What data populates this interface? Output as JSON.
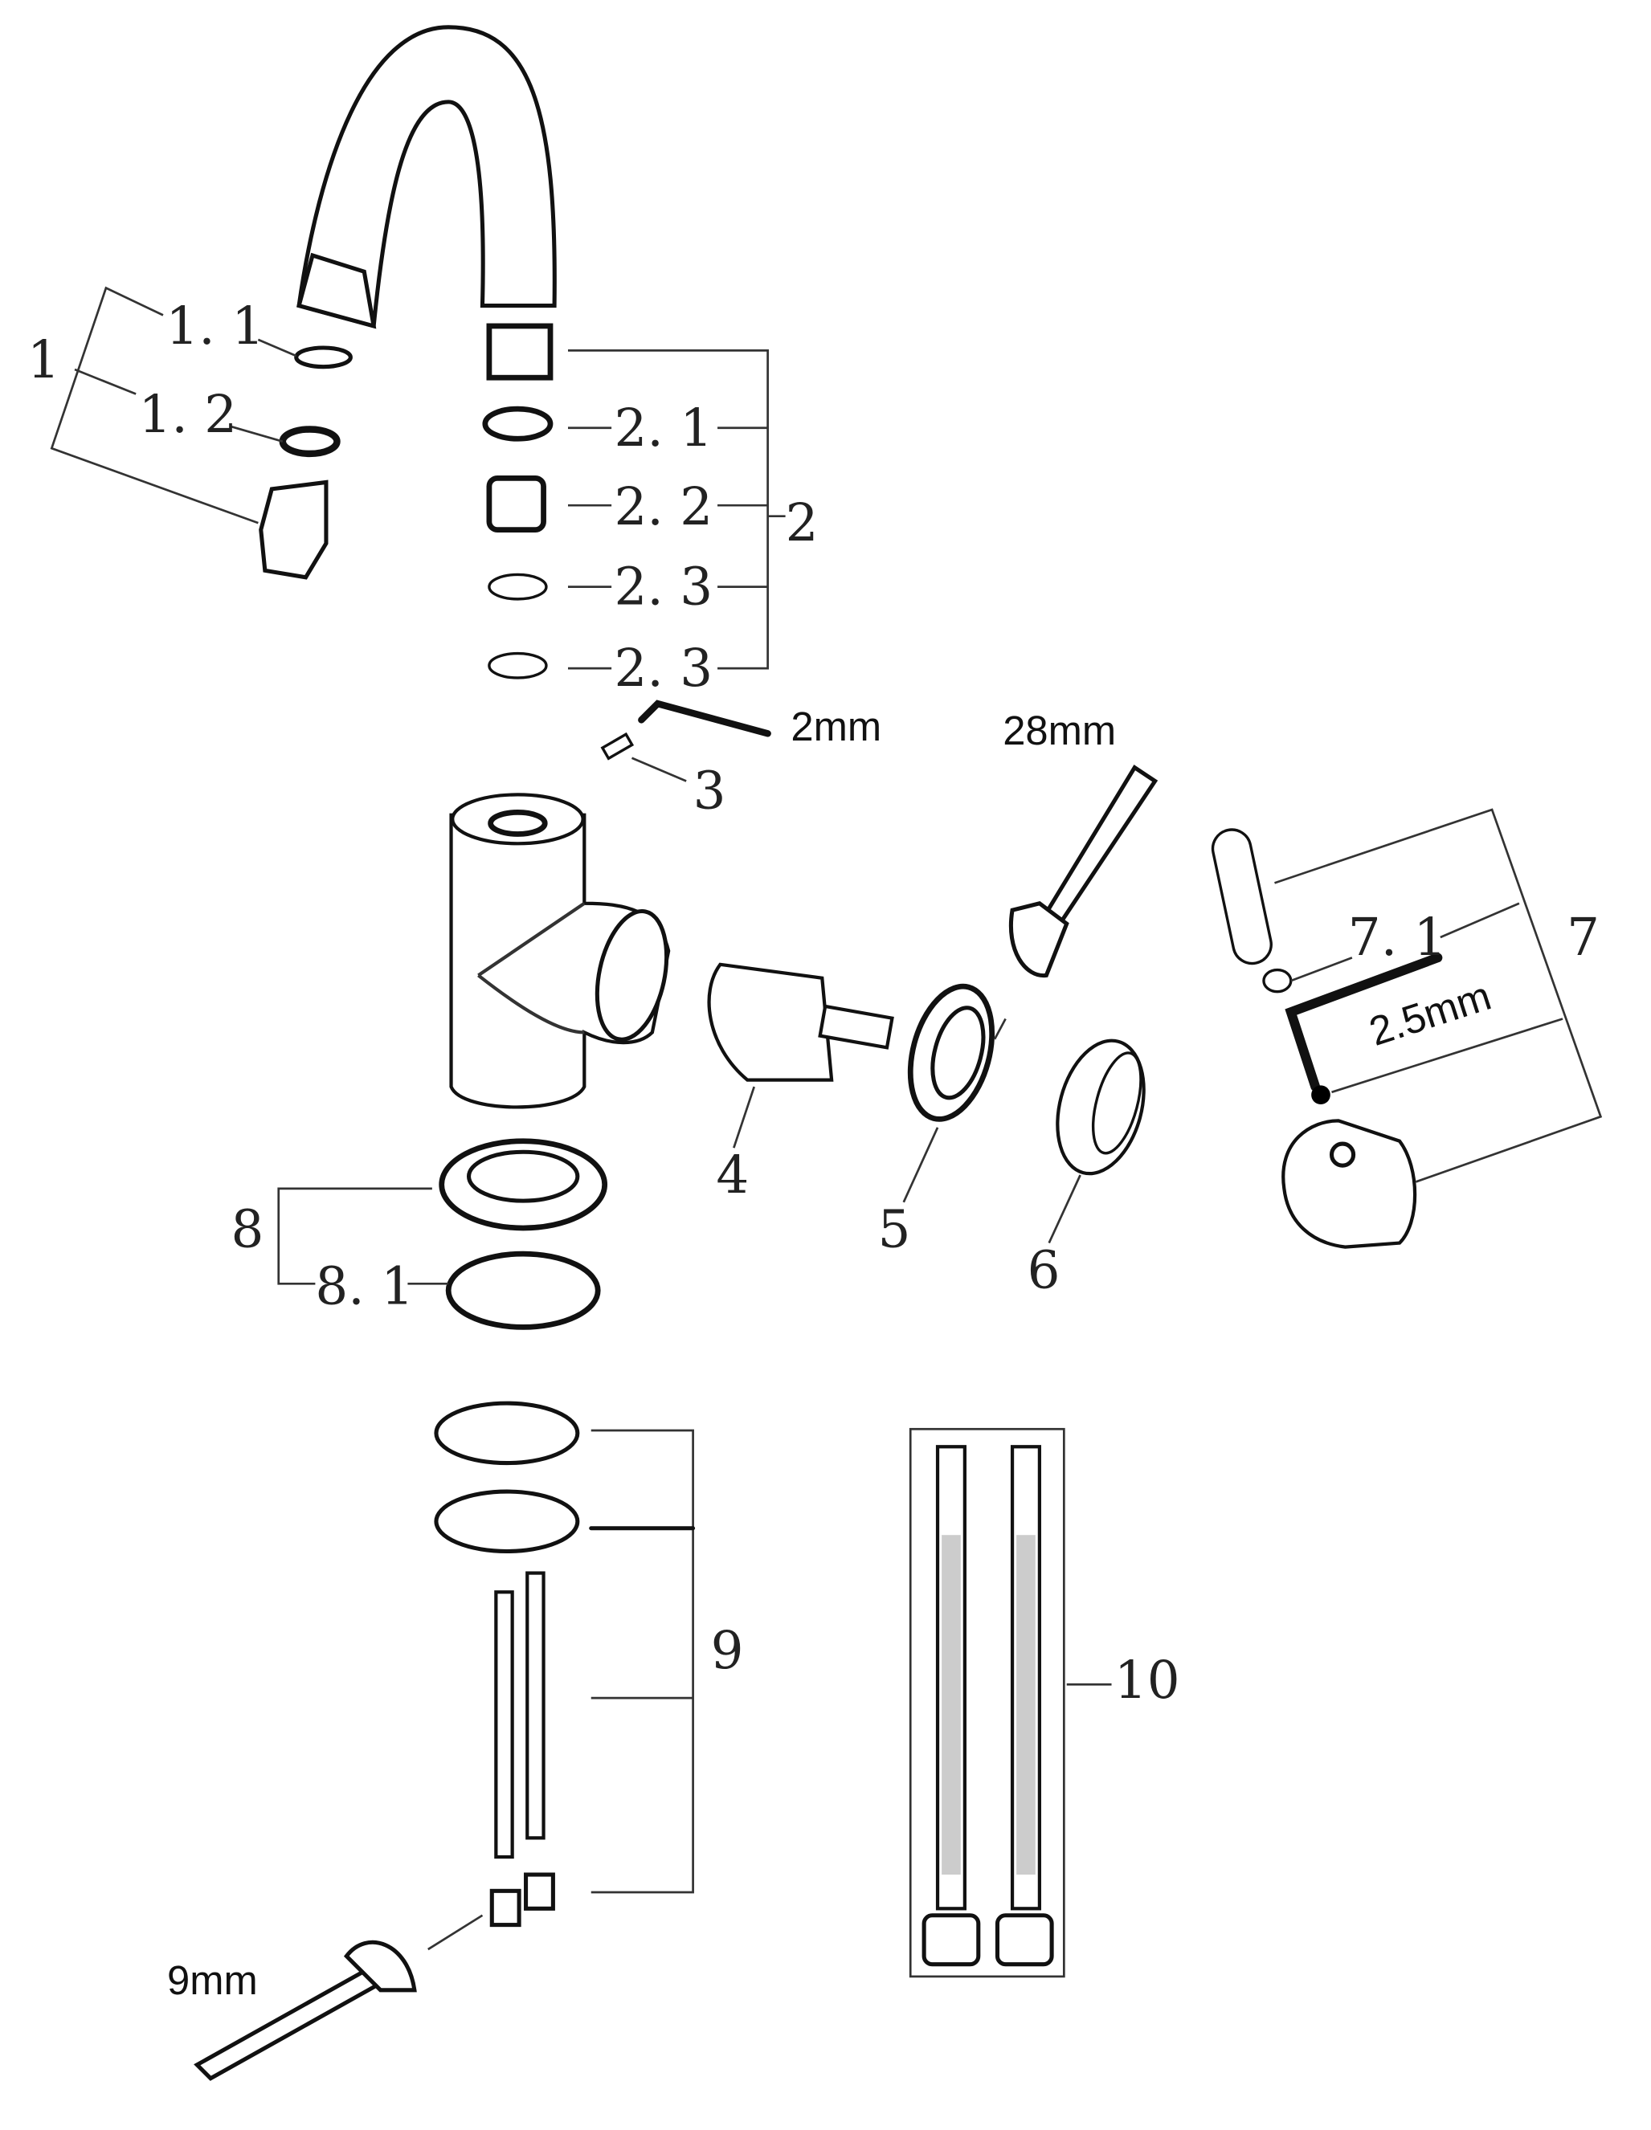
{
  "title": "Exploded view – single-lever basin mixer spare parts",
  "labels": {
    "p1": "1",
    "p1_1": "1. 1",
    "p1_2": "1. 2",
    "p2": "2",
    "p2_1": "2. 1",
    "p2_2": "2. 2",
    "p2_3a": "2. 3",
    "p2_3b": "2. 3",
    "p3": "3",
    "p4": "4",
    "p5": "5",
    "p6": "6",
    "p7": "7",
    "p7_1": "7. 1",
    "p8": "8",
    "p8_1": "8. 1",
    "p9": "9",
    "p10": "10"
  },
  "tools": {
    "hex_key_small": "2mm",
    "wrench_large": "28mm",
    "hex_key_handle": "2.5mm",
    "wrench_small": "9mm"
  }
}
